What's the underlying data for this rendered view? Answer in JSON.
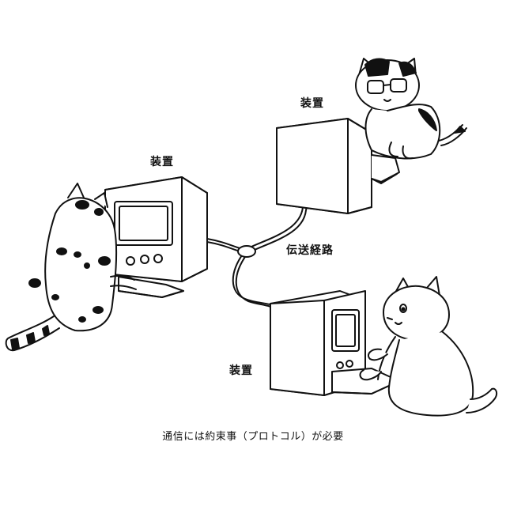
{
  "labels": {
    "device_top": "装置",
    "device_left": "装置",
    "device_bottom": "装置",
    "transmission_path": "伝送経路"
  },
  "caption": "通信には約束事（プロトコル）が必要"
}
